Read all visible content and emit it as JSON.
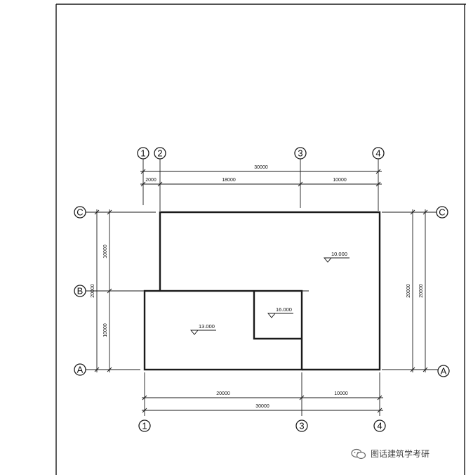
{
  "grid_axes": {
    "top": [
      "1",
      "2",
      "3",
      "4"
    ],
    "bottom": [
      "1",
      "3",
      "4"
    ],
    "left": [
      "C",
      "B",
      "A"
    ],
    "right": [
      "C",
      "A"
    ]
  },
  "dimensions": {
    "top_total": "30000",
    "top_segments": [
      "2000",
      "18000",
      "10000"
    ],
    "left_total": "20000",
    "left_segments": [
      "10000",
      "10000"
    ],
    "right_total": "20000",
    "right_inner": "20000",
    "bottom_segments": [
      "20000",
      "10000"
    ],
    "bottom_total": "30000"
  },
  "elevations": {
    "upper_roof": "10.000",
    "lower_roof": "13.000",
    "raised_block": "16.000"
  },
  "watermark": {
    "icon": "wechat-icon",
    "text": "图话建筑学考研"
  }
}
